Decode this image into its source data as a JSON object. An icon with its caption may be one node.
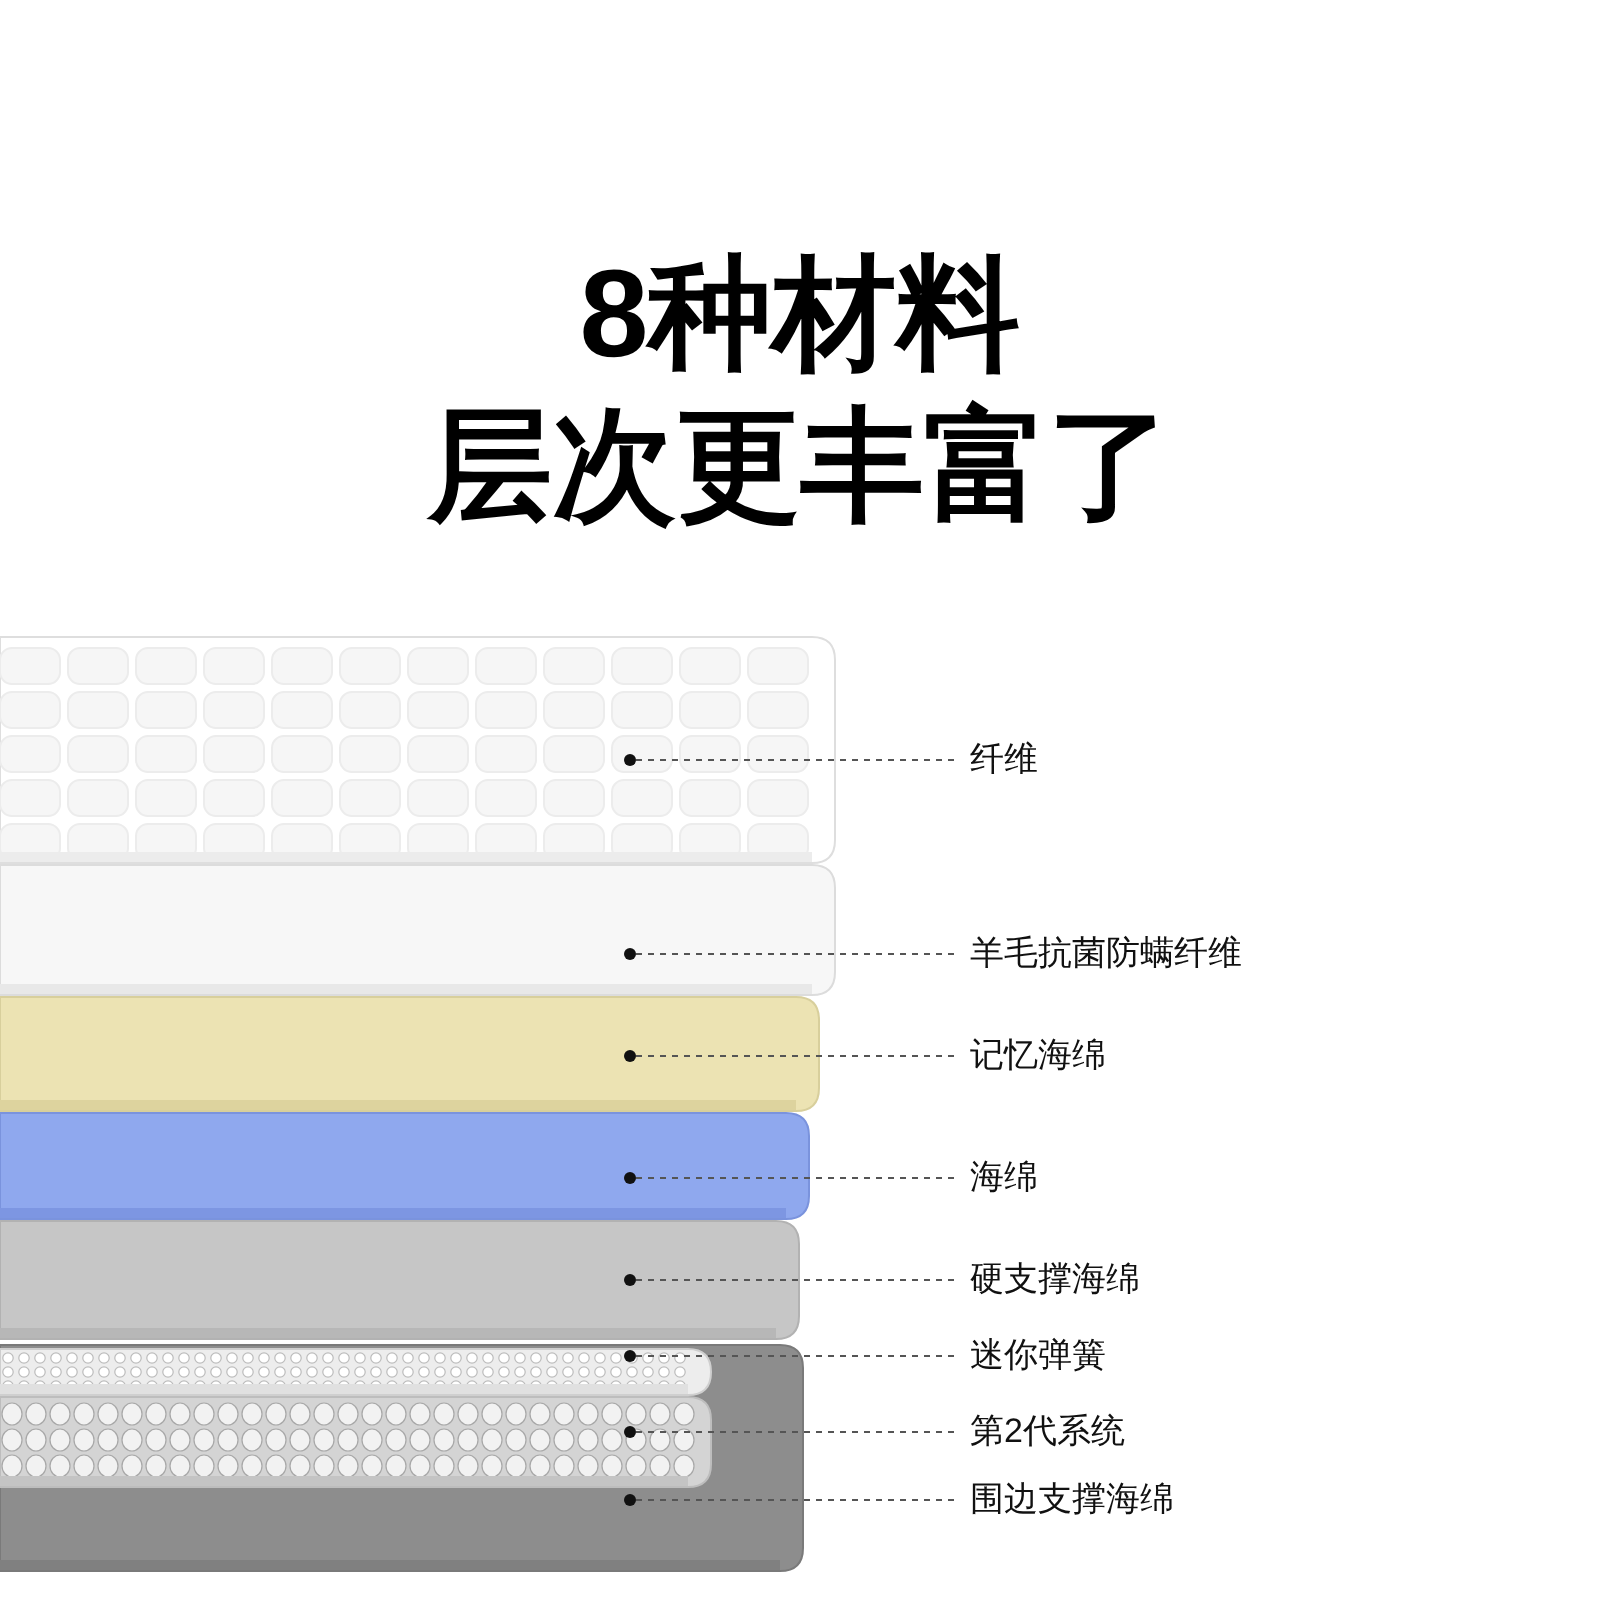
{
  "diagram": {
    "title": "8种材料",
    "nodes": [
      {
        "text": [],
        "shape": "picture"
      },
      {
        "text": [],
        "shape": "picture"
      },
      {
        "text": [],
        "shape": "picture"
      },
      {
        "text": [],
        "shape": "picture"
      },
      {
        "text": [],
        "shape": "picture"
      },
      {
        "text": [],
        "shape": "picture",
        "in": 7
      },
      {
        "text": [],
        "shape": "picture",
        "in": 7
      },
      {
        "text": [],
        "shape": "picture"
      },
      {
        "text": [
          "纤维"
        ]
      },
      {
        "text": [
          "羊毛抗菌防螨纤维"
        ]
      },
      {
        "text": [
          "记忆海绵"
        ]
      },
      {
        "text": [
          "海绵"
        ]
      },
      {
        "text": [
          "硬支撑海绵"
        ]
      },
      {
        "text": [
          "迷你弹簧"
        ]
      },
      {
        "text": [
          "第2代系统"
        ]
      },
      {
        "text": [
          "围边支撑海绵"
        ]
      }
    ],
    "edges": [
      {
        "from": 8,
        "to": 0,
        "arrow": "other",
        "style": "dashed"
      },
      {
        "from": 9,
        "to": 1,
        "arrow": "other",
        "style": "dashed"
      },
      {
        "from": 10,
        "to": 2,
        "arrow": "other",
        "style": "dashed"
      },
      {
        "from": 11,
        "to": 3,
        "arrow": "other",
        "style": "dashed"
      },
      {
        "from": 12,
        "to": 4,
        "arrow": "other",
        "style": "dashed"
      },
      {
        "from": 13,
        "to": 5,
        "arrow": "other",
        "style": "dashed"
      },
      {
        "from": 14,
        "to": 6,
        "arrow": "other",
        "style": "dashed"
      },
      {
        "from": 15,
        "to": 7,
        "arrow": "other",
        "style": "dashed"
      }
    ],
    "labels": [
      "层次更丰富了"
    ]
  }
}
